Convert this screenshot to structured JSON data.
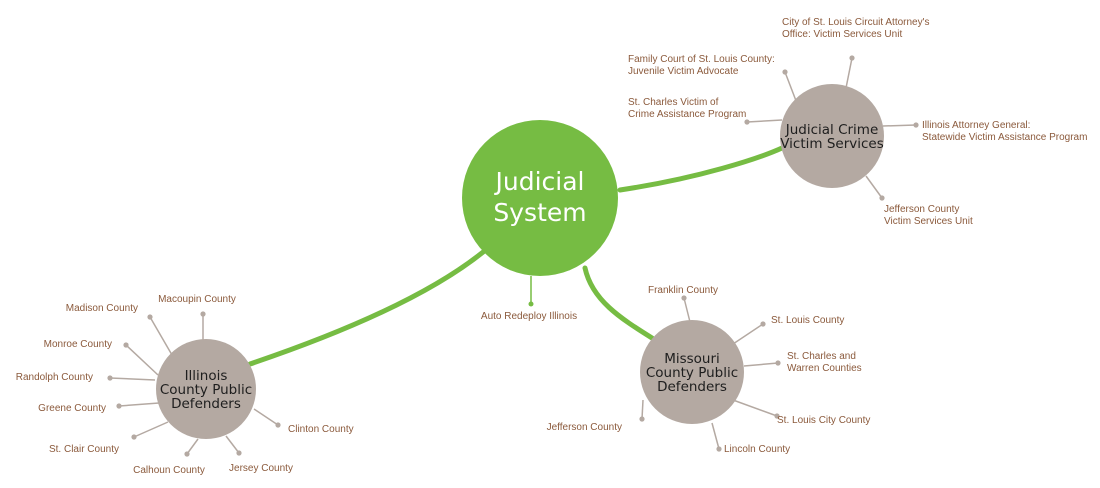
{
  "colors": {
    "main_fill": "#76bc43",
    "main_text": "#ffffff",
    "hub_fill": "#b4a9a2",
    "hub_text": "#1e1e1e",
    "connector": "#76bc43",
    "spoke": "#b4a9a2",
    "leaf_text": "#8b5a3c"
  },
  "center": {
    "lines": [
      "Judicial",
      "System"
    ],
    "leaf": {
      "lines": [
        "Auto Redeploy Illinois"
      ]
    }
  },
  "hubs": [
    {
      "id": "judicial-crime-victim-services",
      "lines": [
        "Judicial Crime",
        "Victim Services"
      ],
      "leaves": [
        {
          "lines": [
            "City of St. Louis Circuit Attorney's",
            "Office: Victim Services Unit"
          ]
        },
        {
          "lines": [
            "Family Court of St. Louis County:",
            "Juvenile Victim Advocate"
          ]
        },
        {
          "lines": [
            "St. Charles Victim of",
            "Crime Assistance Program"
          ]
        },
        {
          "lines": [
            "Illinois Attorney General:",
            "Statewide Victim Assistance Program"
          ]
        },
        {
          "lines": [
            "Jefferson County",
            "Victim Services Unit"
          ]
        }
      ]
    },
    {
      "id": "missouri-county-public-defenders",
      "lines": [
        "Missouri",
        "County Public",
        "Defenders"
      ],
      "leaves": [
        {
          "lines": [
            "Franklin County"
          ]
        },
        {
          "lines": [
            "St. Louis County"
          ]
        },
        {
          "lines": [
            "St. Charles and",
            "Warren Counties"
          ]
        },
        {
          "lines": [
            "St. Louis City County"
          ]
        },
        {
          "lines": [
            "Lincoln County"
          ]
        },
        {
          "lines": [
            "Jefferson County"
          ]
        }
      ]
    },
    {
      "id": "illinois-county-public-defenders",
      "lines": [
        "Illinois",
        "County Public",
        "Defenders"
      ],
      "leaves": [
        {
          "lines": [
            "Madison County"
          ]
        },
        {
          "lines": [
            "Macoupin County"
          ]
        },
        {
          "lines": [
            "Monroe County"
          ]
        },
        {
          "lines": [
            "Randolph County"
          ]
        },
        {
          "lines": [
            "Greene County"
          ]
        },
        {
          "lines": [
            "St. Clair County"
          ]
        },
        {
          "lines": [
            "Calhoun County"
          ]
        },
        {
          "lines": [
            "Jersey County"
          ]
        },
        {
          "lines": [
            "Clinton County"
          ]
        }
      ]
    }
  ]
}
